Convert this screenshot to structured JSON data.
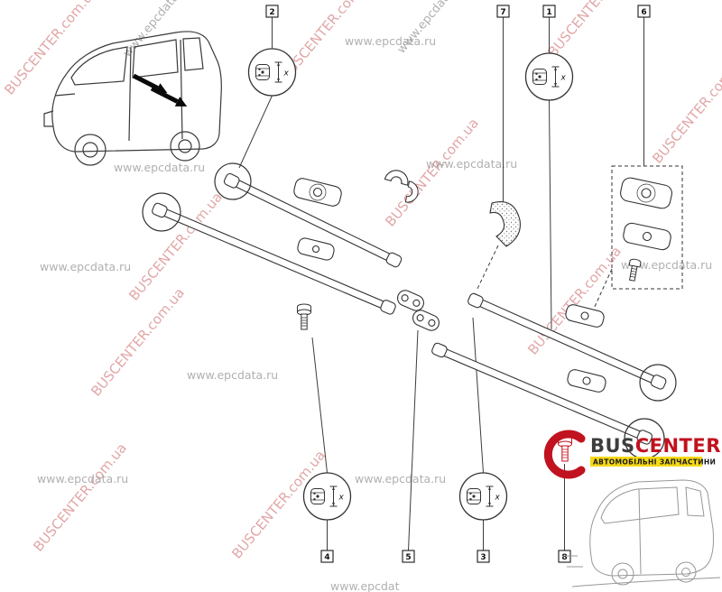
{
  "watermarks": {
    "line1": "BUSCENTER.com.ua",
    "line2": "www.epcdata.ru",
    "bottom": "www.epcdat"
  },
  "part_callouts": {
    "n1": "1",
    "n2": "2",
    "n3": "3",
    "n4": "4",
    "n5": "5",
    "n6": "6",
    "n7": "7",
    "n8": "8"
  },
  "dimension_marker": "x",
  "brand": {
    "bus": "BUS",
    "center": "CENTER",
    "tagline": "АВТОМОБІЛЬНІ ЗАПЧАСТИНИ"
  },
  "colors": {
    "accent_red": "#c1121f",
    "watermark_red": "#d07070",
    "watermark_gray": "#a3a3a3",
    "highlight_yellow": "#f5d917"
  }
}
